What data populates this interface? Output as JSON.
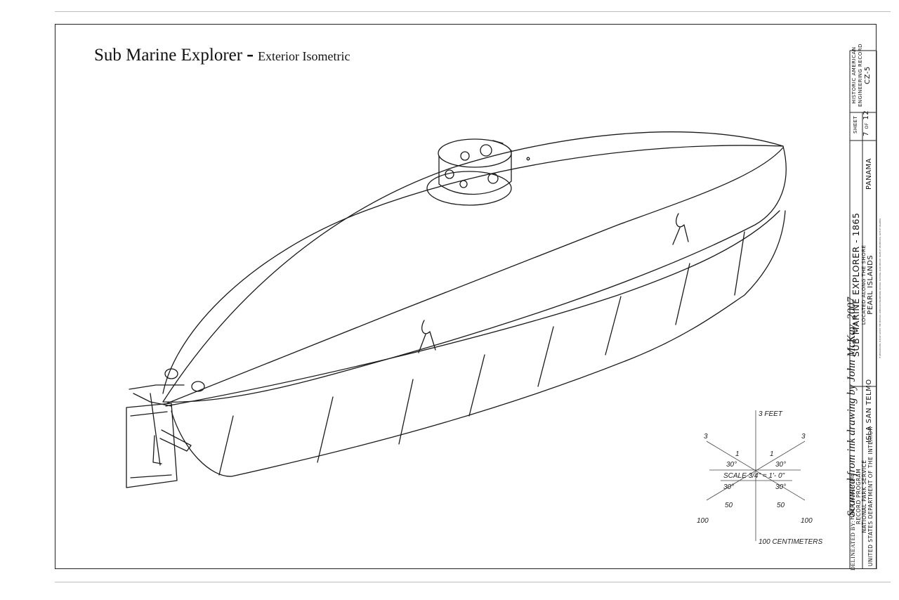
{
  "title": {
    "main": "Sub Marine Explorer",
    "dash": "-",
    "sub": "Exterior Isometric"
  },
  "scale": {
    "feet_label": "3 FEET",
    "cm_label": "100 CENTIMETERS",
    "ticks": [
      "3",
      "1",
      "1",
      "3",
      "50",
      "50",
      "100",
      "100"
    ],
    "angles": [
      "30°",
      "30°",
      "30°",
      "30°"
    ],
    "text": "SCALE  3/4\" = 1'- 0\""
  },
  "credit": {
    "delineated_by": "DELINEATED BY:",
    "text": "Scanned from ink drawing by John McKay, 2007"
  },
  "agency": {
    "line1": "HAER MARITIME",
    "line2": "RECORD PROGRAM",
    "line3": "NATIONAL PARK SERVICE",
    "line4": "UNITED STATES DEPARTMENT OF THE INTERIOR"
  },
  "location": {
    "island": "ISLA SAN TELMO",
    "country": "PANAMA"
  },
  "project": {
    "name": "SUB MARINE EXPLORER - 1865",
    "sub": "LOCATED ALONG THE SHORE",
    "place": "PEARL ISLANDS"
  },
  "sheet": {
    "label": "SHEET",
    "number": "7",
    "of_label": "OF",
    "total": "12"
  },
  "record": {
    "line1": "HISTORIC AMERICAN",
    "line2": "ENGINEERING RECORD",
    "id": "CZ-5"
  },
  "fine_print": "IF REPRODUCED, PLEASE CREDIT: THE HISTORIC AMERICAN ENGINEERING RECORD, NATIONAL PARK SERVICE. NAME OF DELINEATOR, DATE OF DRAWING"
}
